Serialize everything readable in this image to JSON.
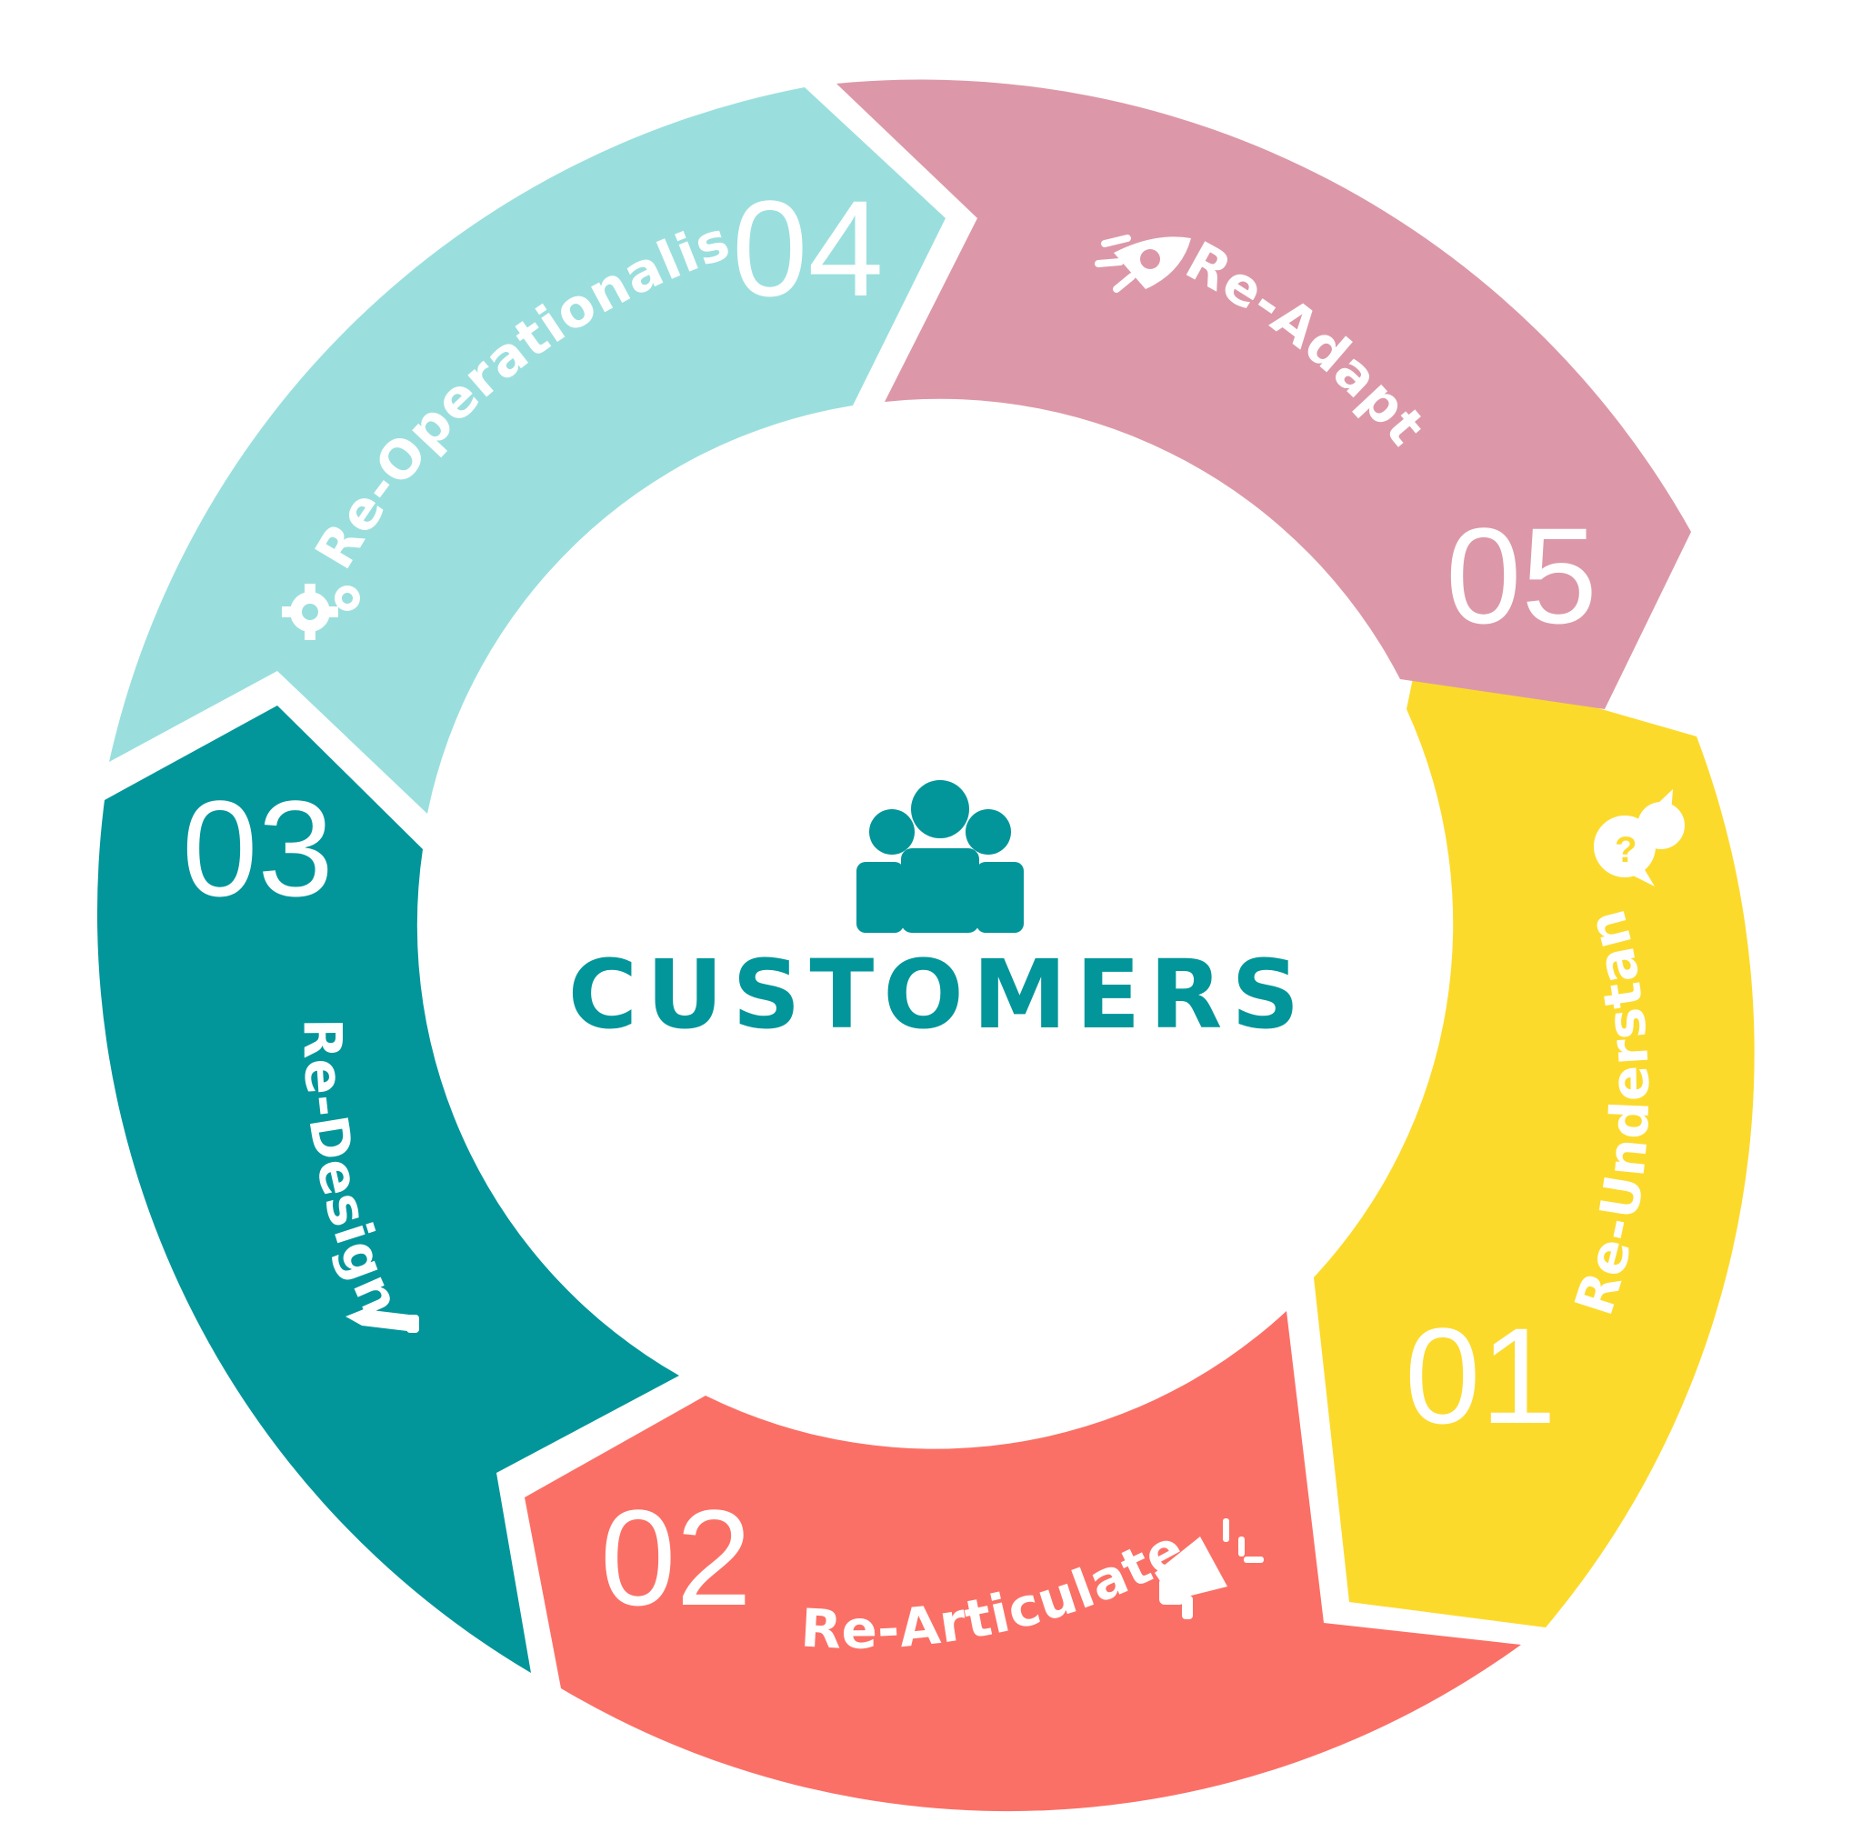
{
  "center": {
    "title": "CUSTOMERS",
    "icon": "people-group-icon",
    "color": "#02969A"
  },
  "stages": [
    {
      "number": "01",
      "label": "Re-Understand",
      "color": "#FCDA2C",
      "icon": "question-speech-bubble-icon"
    },
    {
      "number": "02",
      "label": "Re-Articulate",
      "color": "#FB7066",
      "icon": "megaphone-icon"
    },
    {
      "number": "03",
      "label": "Re-Design",
      "color": "#02969A",
      "icon": "pencil-icon"
    },
    {
      "number": "04",
      "label": "Re-Operationalise",
      "color": "#9ADFDE",
      "icon": "gears-icon"
    },
    {
      "number": "05",
      "label": "Re-Adapt",
      "color": "#DC98A9",
      "icon": "rocket-icon"
    }
  ]
}
